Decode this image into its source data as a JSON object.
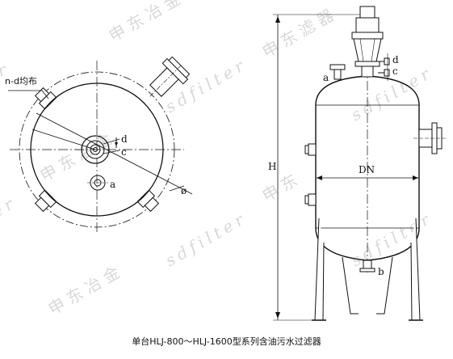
{
  "caption": "单台HLJ-800～HLJ-1600型系列含油污水过滤器",
  "top_view": {
    "label_nd": "n-d均布",
    "label_d": "d",
    "label_c": "c",
    "label_a": "a",
    "label_phi": "ø"
  },
  "side_view": {
    "label_a": "a",
    "label_d": "d",
    "label_c": "c",
    "label_H": "H",
    "label_DN": "DN",
    "label_b": "b"
  },
  "watermarks": {
    "cn_1": "申东冶金",
    "cn_2": "申东冶金",
    "cn_3": "申东冶金",
    "cn_4": "申东滤器",
    "en_1": "sdfilter",
    "en_2": "sdfilter",
    "en_3": "sdfilter",
    "en_4": "sdfilter"
  }
}
